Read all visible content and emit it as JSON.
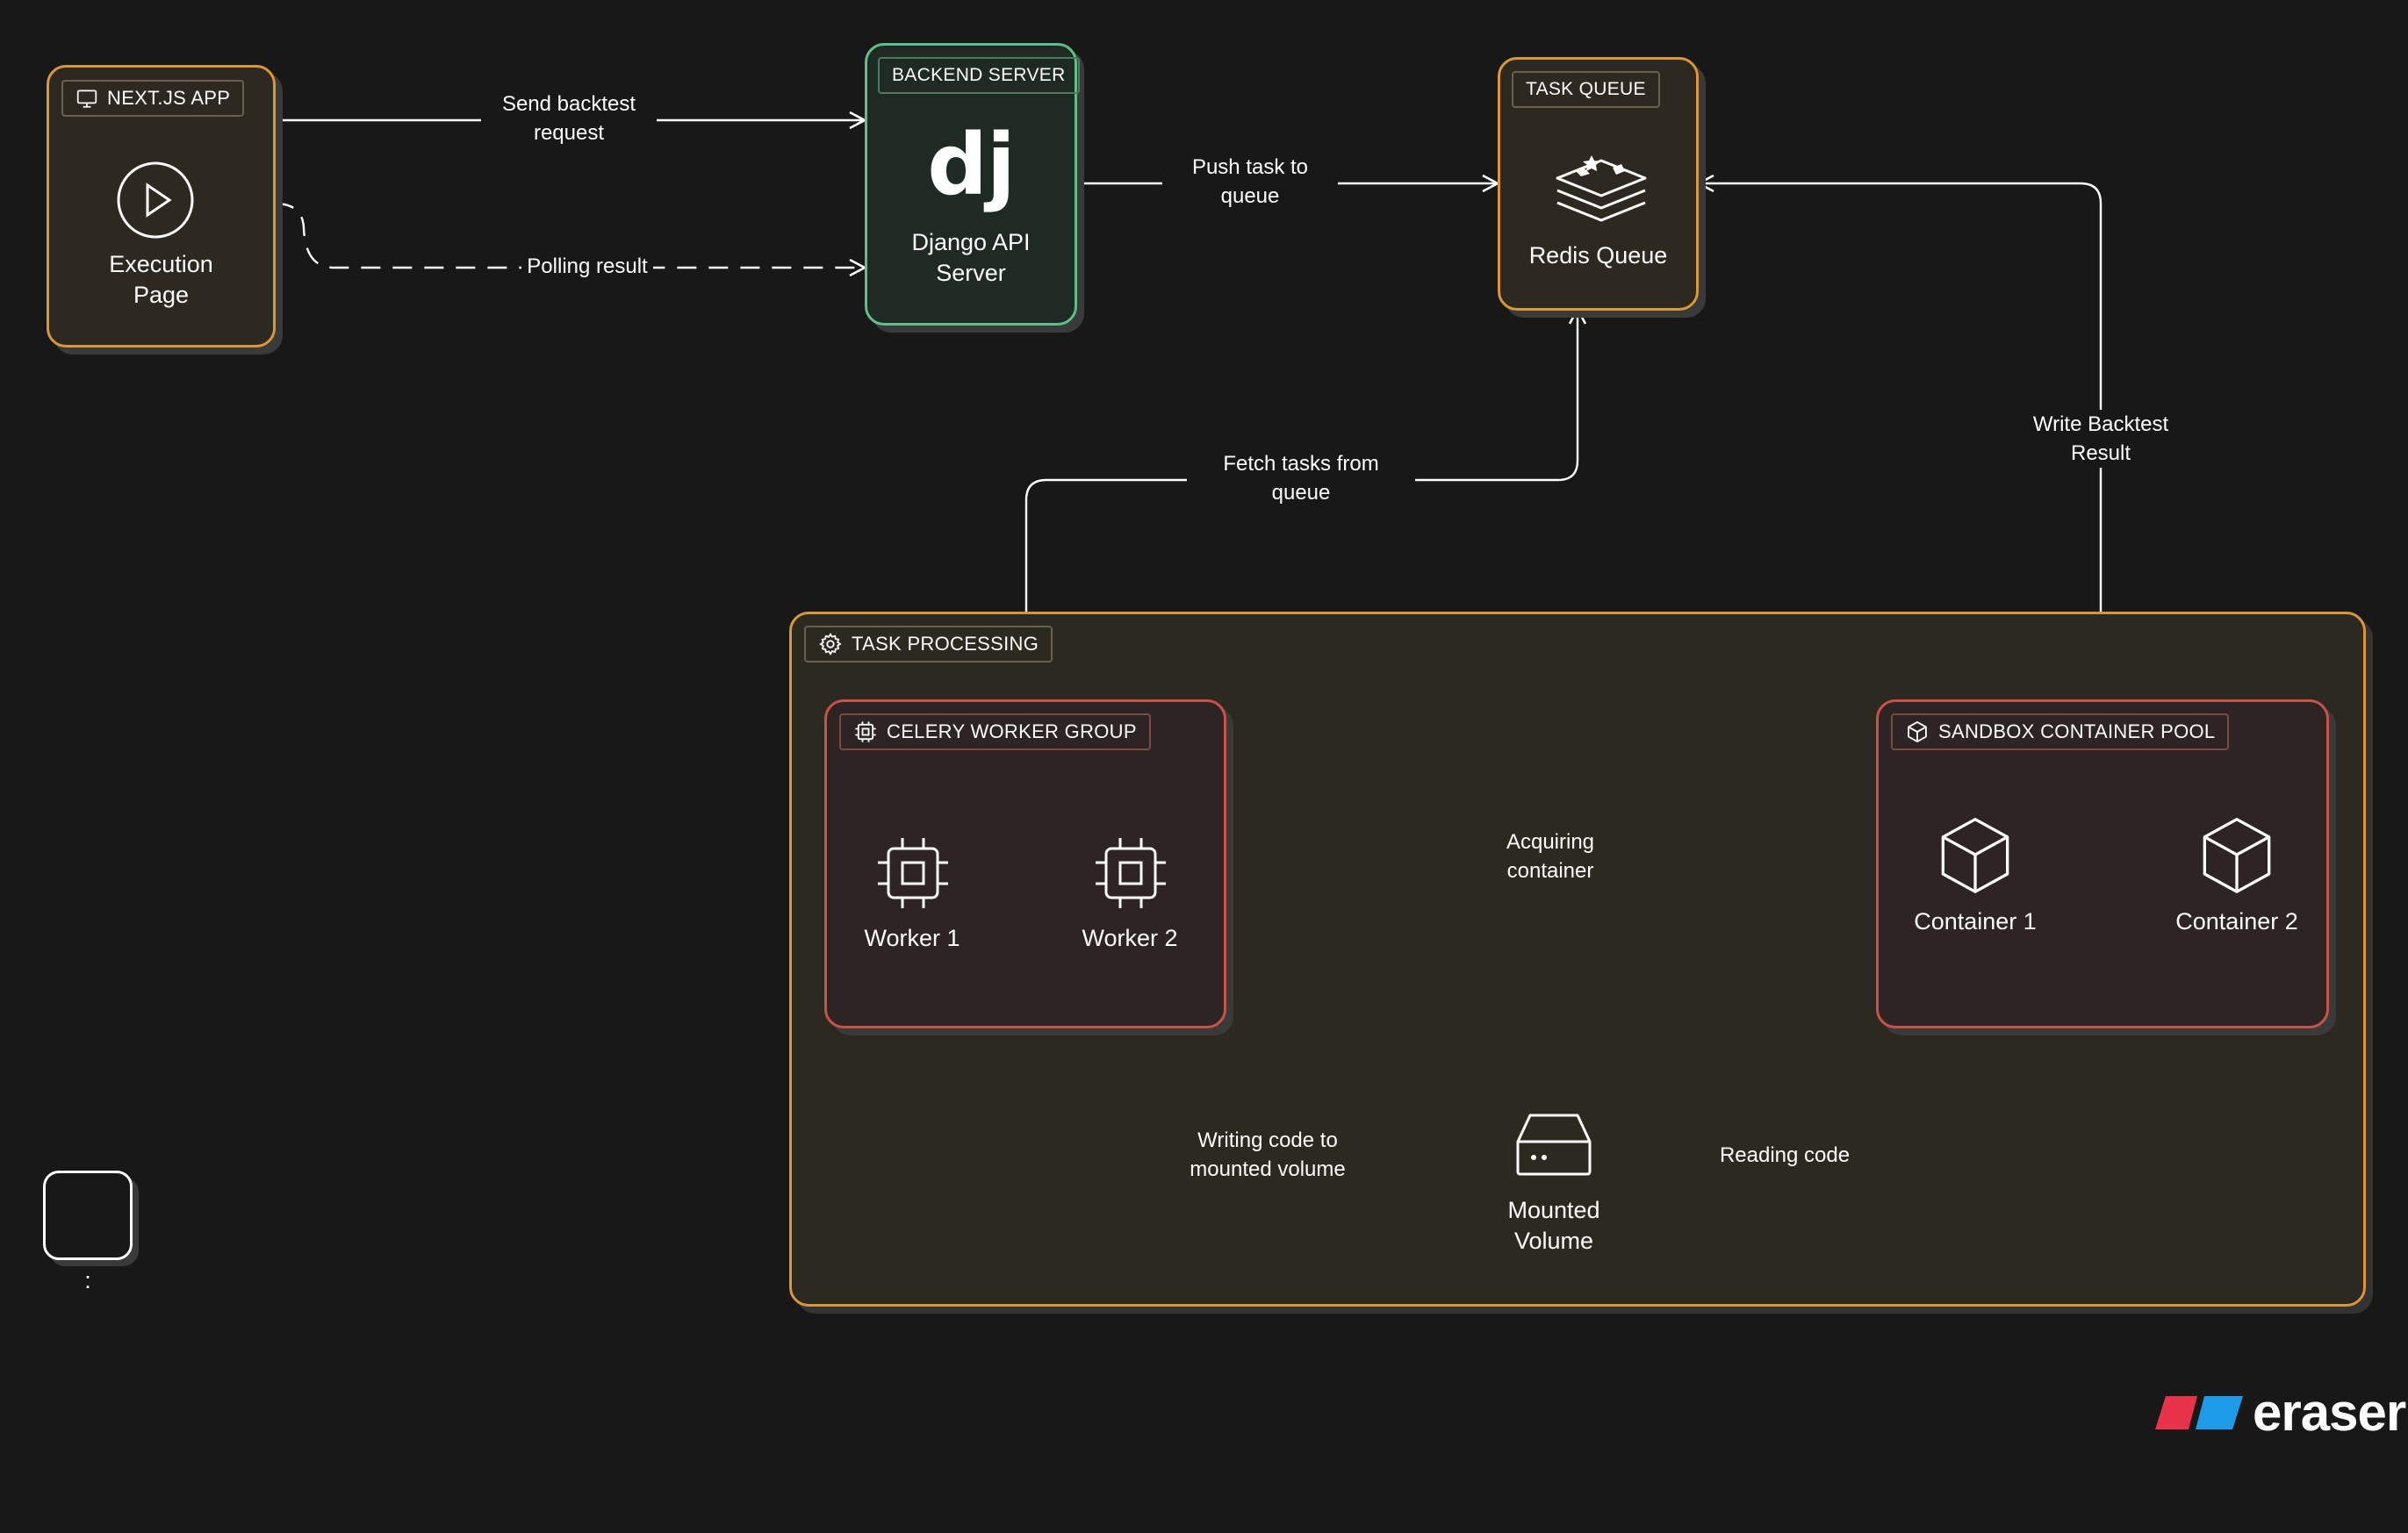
{
  "colors": {
    "background": "#181818",
    "orange": "#d9973a",
    "green": "#5fbf86",
    "red": "#c9524a",
    "edge": "#ffffff",
    "edge_highlight": "#f0a030",
    "brand_red": "#e8334a",
    "brand_blue": "#1e9be8"
  },
  "nodes": {
    "nextjs": {
      "tag": "NEXT.JS APP",
      "tag_icon": "monitor-icon",
      "icon": "play-circle-icon",
      "label": "Execution\nPage"
    },
    "backend": {
      "tag": "BACKEND SERVER",
      "icon": "django-logo-icon",
      "logo_text": "dj",
      "label": "Django API\nServer"
    },
    "queue": {
      "tag": "TASK QUEUE",
      "icon": "redis-layers-icon",
      "label": "Redis Queue"
    },
    "processing": {
      "tag": "TASK PROCESSING",
      "tag_icon": "gear-icon"
    },
    "workers": {
      "tag": "CELERY WORKER GROUP",
      "tag_icon": "cpu-icon",
      "items": [
        {
          "label": "Worker 1",
          "icon": "cpu-icon"
        },
        {
          "label": "Worker 2",
          "icon": "cpu-icon"
        }
      ]
    },
    "sandbox": {
      "tag": "SANDBOX CONTAINER POOL",
      "tag_icon": "box-icon",
      "items": [
        {
          "label": "Container 1",
          "icon": "box-icon"
        },
        {
          "label": "Container 2",
          "icon": "box-icon"
        }
      ]
    },
    "volume": {
      "icon": "hard-drive-icon",
      "label": "Mounted\nVolume"
    },
    "empty_node": {
      "label": ":"
    }
  },
  "edges": {
    "send": "Send backtest\nrequest",
    "polling": "Polling result",
    "push": "Push task to\nqueue",
    "fetch": "Fetch tasks from\nqueue",
    "write": "Write Backtest\nResult",
    "acquire": "Acquiring\ncontainer",
    "writecode": "Writing code to\nmounted volume",
    "readcode": "Reading code"
  },
  "brand": {
    "name": "eraser"
  }
}
